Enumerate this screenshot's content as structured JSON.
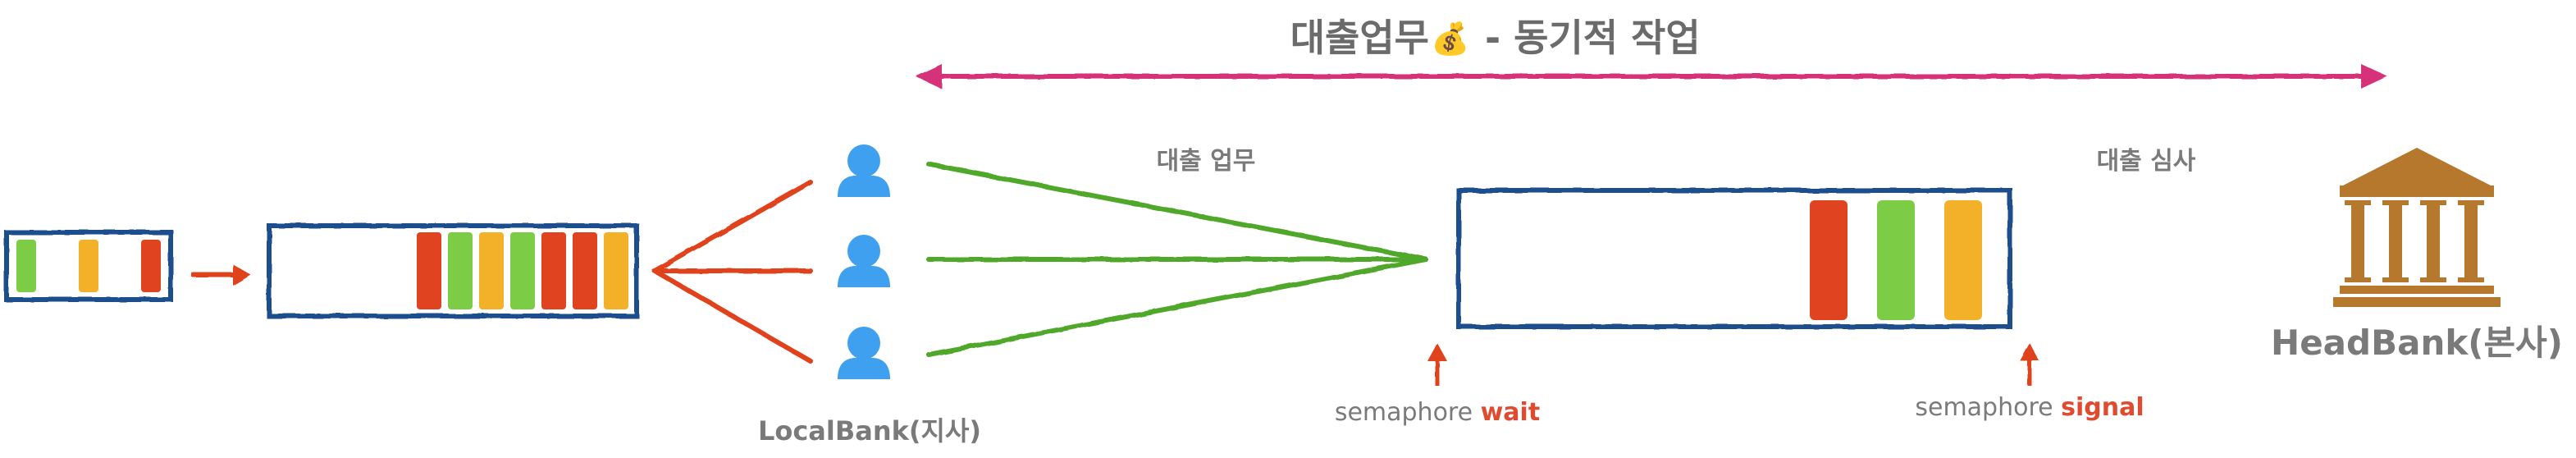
{
  "title": {
    "text": "대출업무",
    "emoji": "💰",
    "suffix": " - 동기적 작업"
  },
  "labels": {
    "loan_work": "대출 업무",
    "loan_review": "대출 심사",
    "local_bank": "LocalBank(지사)",
    "head_bank": "HeadBank(본사)",
    "wait_prefix": "semaphore ",
    "wait_keyword": "wait",
    "signal_prefix": "semaphore ",
    "signal_keyword": "signal"
  },
  "icons": {
    "person": "person-icon",
    "bank": "bank-building-icon",
    "money_bag": "money-bag-icon"
  },
  "colors": {
    "title_text": "#6b6b6b",
    "label_text": "#7a7a7a",
    "magenta_arrow": "#d6327a",
    "red_arrow": "#e0431f",
    "green_line": "#4fa82c",
    "box_border": "#1d4e8c",
    "person_blue": "#3ea0ee",
    "bank_brown": "#b5782d",
    "bar_red": "#e0431f",
    "bar_green": "#7dcc45",
    "bar_yellow": "#f3b12a",
    "keyword_red": "#e04a2f"
  },
  "queues": {
    "small_queue": [
      "green",
      "empty",
      "yellow",
      "empty",
      "red"
    ],
    "local_queue": [
      "red",
      "green",
      "yellow",
      "green",
      "red",
      "red",
      "yellow"
    ],
    "semaphore_queue": [
      "red",
      "green",
      "yellow"
    ]
  }
}
